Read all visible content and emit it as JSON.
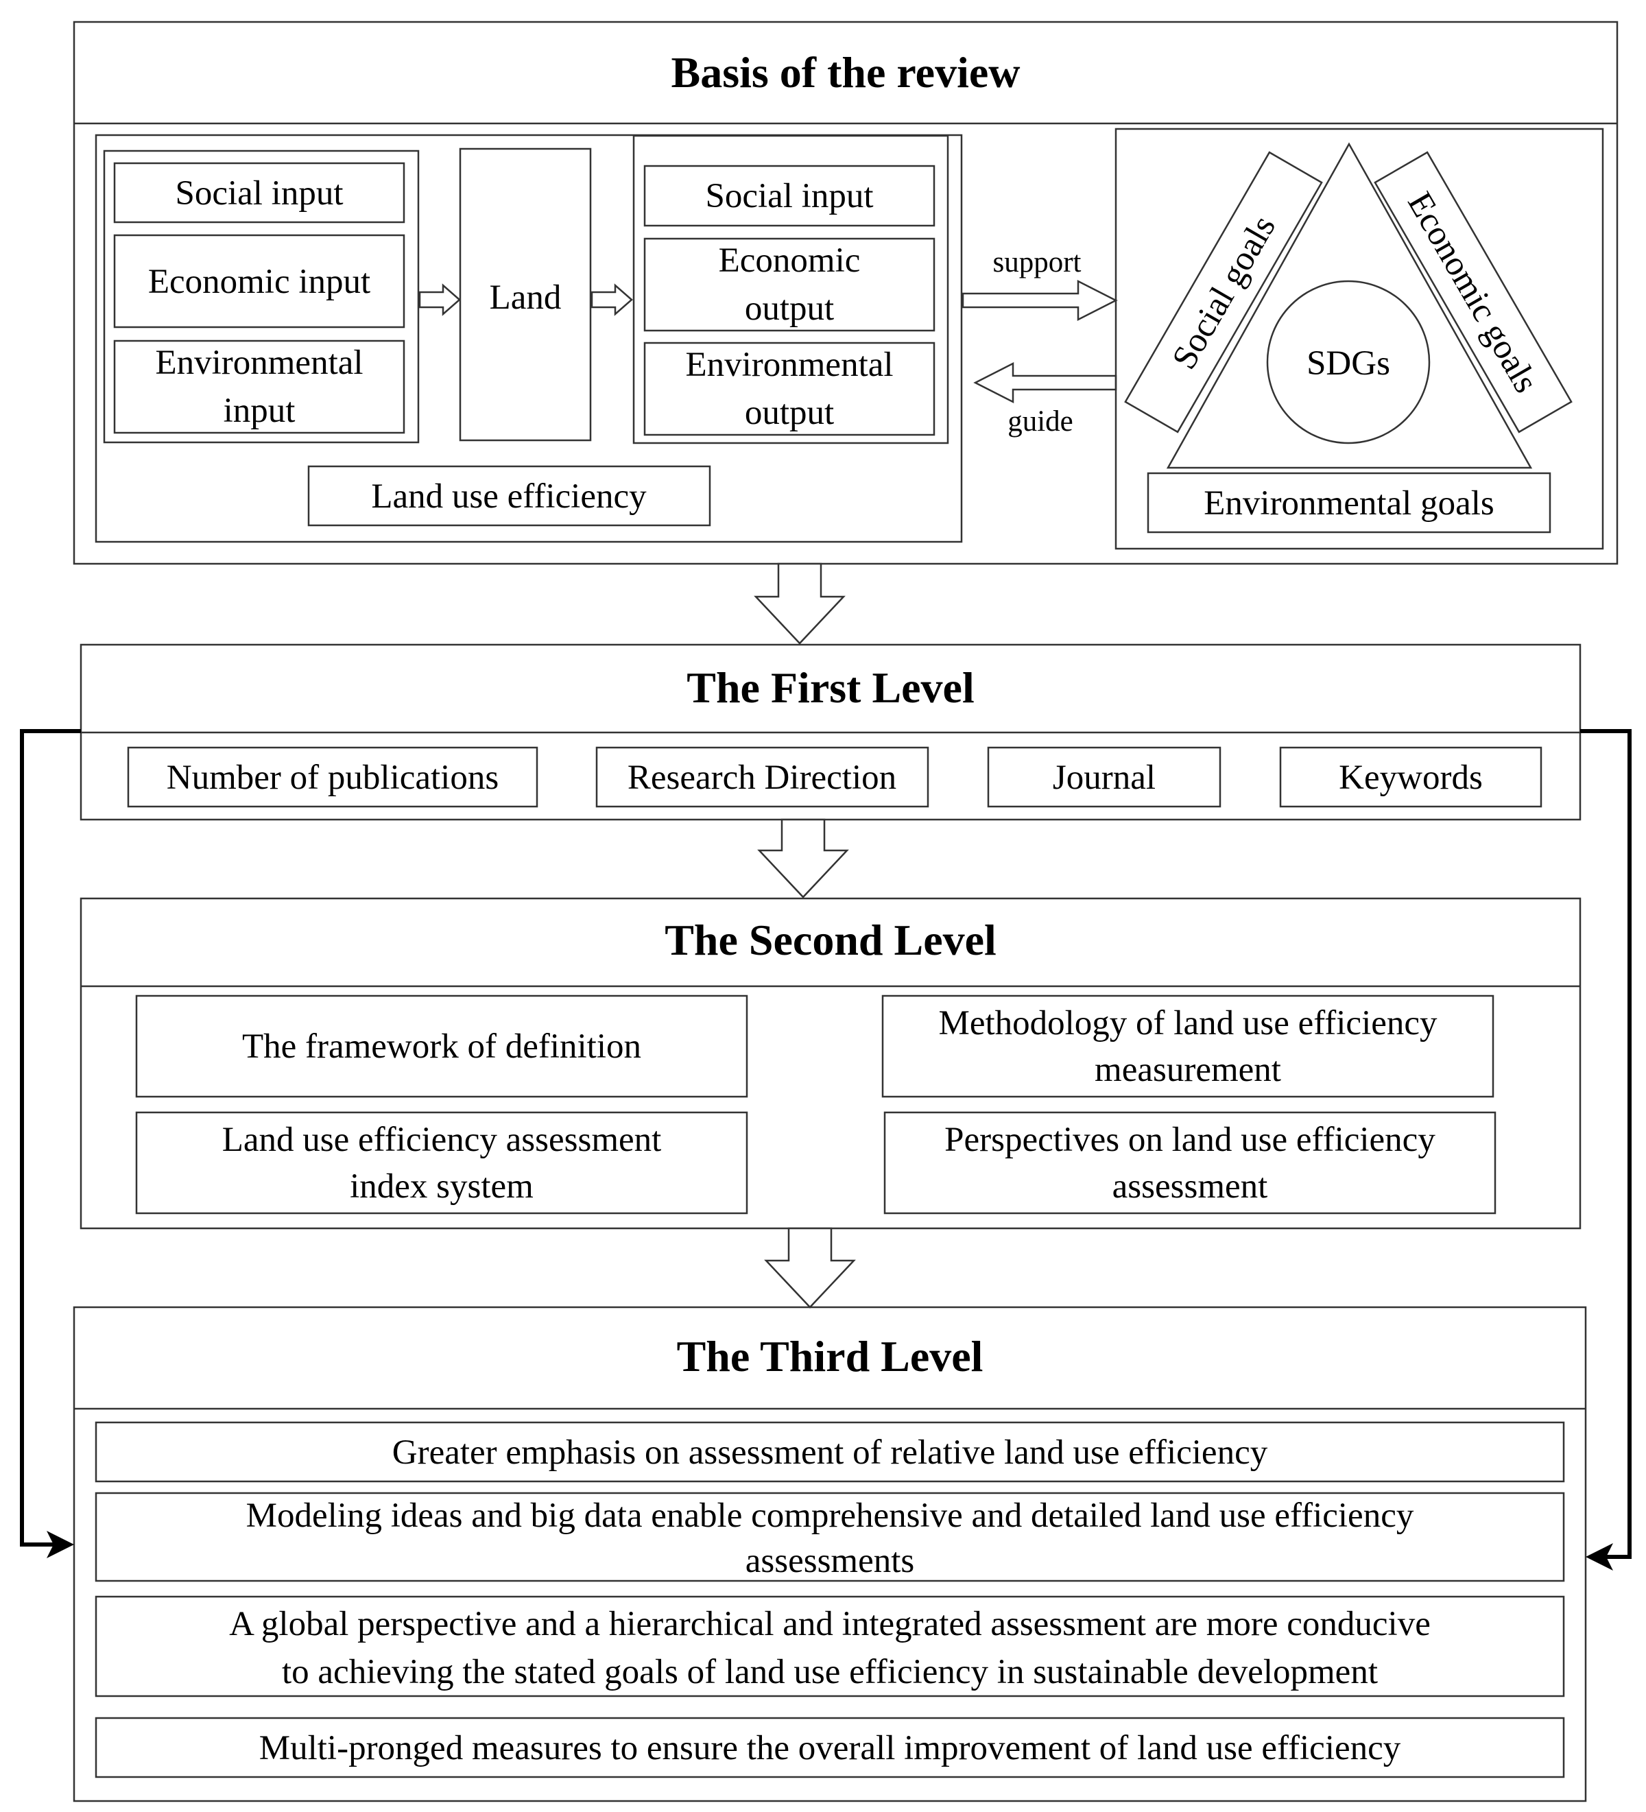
{
  "basis": {
    "title": "Basis of the review",
    "inputs": {
      "social": "Social input",
      "economic": "Economic input",
      "environmental": [
        "Environmental",
        "input"
      ]
    },
    "land": "Land",
    "outputs": {
      "social": "Social input",
      "economic": [
        "Economic",
        "output"
      ],
      "environmental": [
        "Environmental",
        "output"
      ]
    },
    "efficiency": "Land use efficiency",
    "support": "support",
    "guide": "guide",
    "sdgs": {
      "center": "SDGs",
      "social": "Social goals",
      "economic": "Economic goals",
      "environmental": "Environmental goals"
    }
  },
  "level1": {
    "title": "The First Level",
    "items": [
      "Number of publications",
      "Research Direction",
      "Journal",
      "Keywords"
    ]
  },
  "level2": {
    "title": "The Second Level",
    "items": [
      [
        "The framework of definition"
      ],
      [
        "Methodology of land use efficiency",
        "measurement"
      ],
      [
        "Land use efficiency assessment",
        "index system"
      ],
      [
        "Perspectives on land use efficiency",
        "assessment"
      ]
    ]
  },
  "level3": {
    "title": "The Third Level",
    "items": [
      [
        "Greater emphasis on assessment of relative land use efficiency"
      ],
      [
        "Modeling ideas and big data enable comprehensive and detailed land use efficiency",
        "assessments"
      ],
      [
        "A global perspective and a hierarchical and integrated assessment are more conducive",
        "to achieving the stated goals of land use efficiency in sustainable development"
      ],
      [
        "Multi-pronged measures to ensure the overall improvement of land use efficiency"
      ]
    ]
  }
}
